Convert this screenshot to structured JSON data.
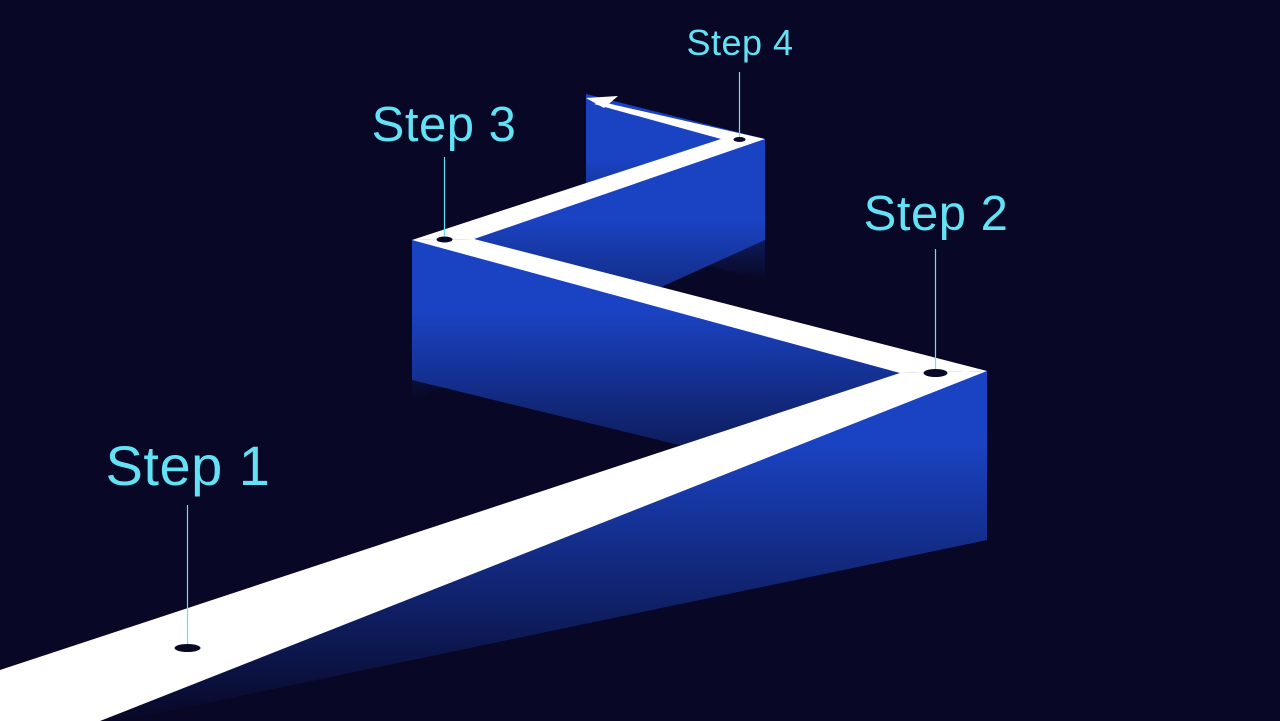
{
  "colors": {
    "background": "#080826",
    "path": "#ffffff",
    "wall_top": "#1a43c4",
    "wall_fade": "#080826",
    "label": "#62e2f4",
    "marker": "#080826"
  },
  "steps": [
    {
      "label": "Step 1"
    },
    {
      "label": "Step 2"
    },
    {
      "label": "Step 3"
    },
    {
      "label": "Step 4"
    }
  ]
}
